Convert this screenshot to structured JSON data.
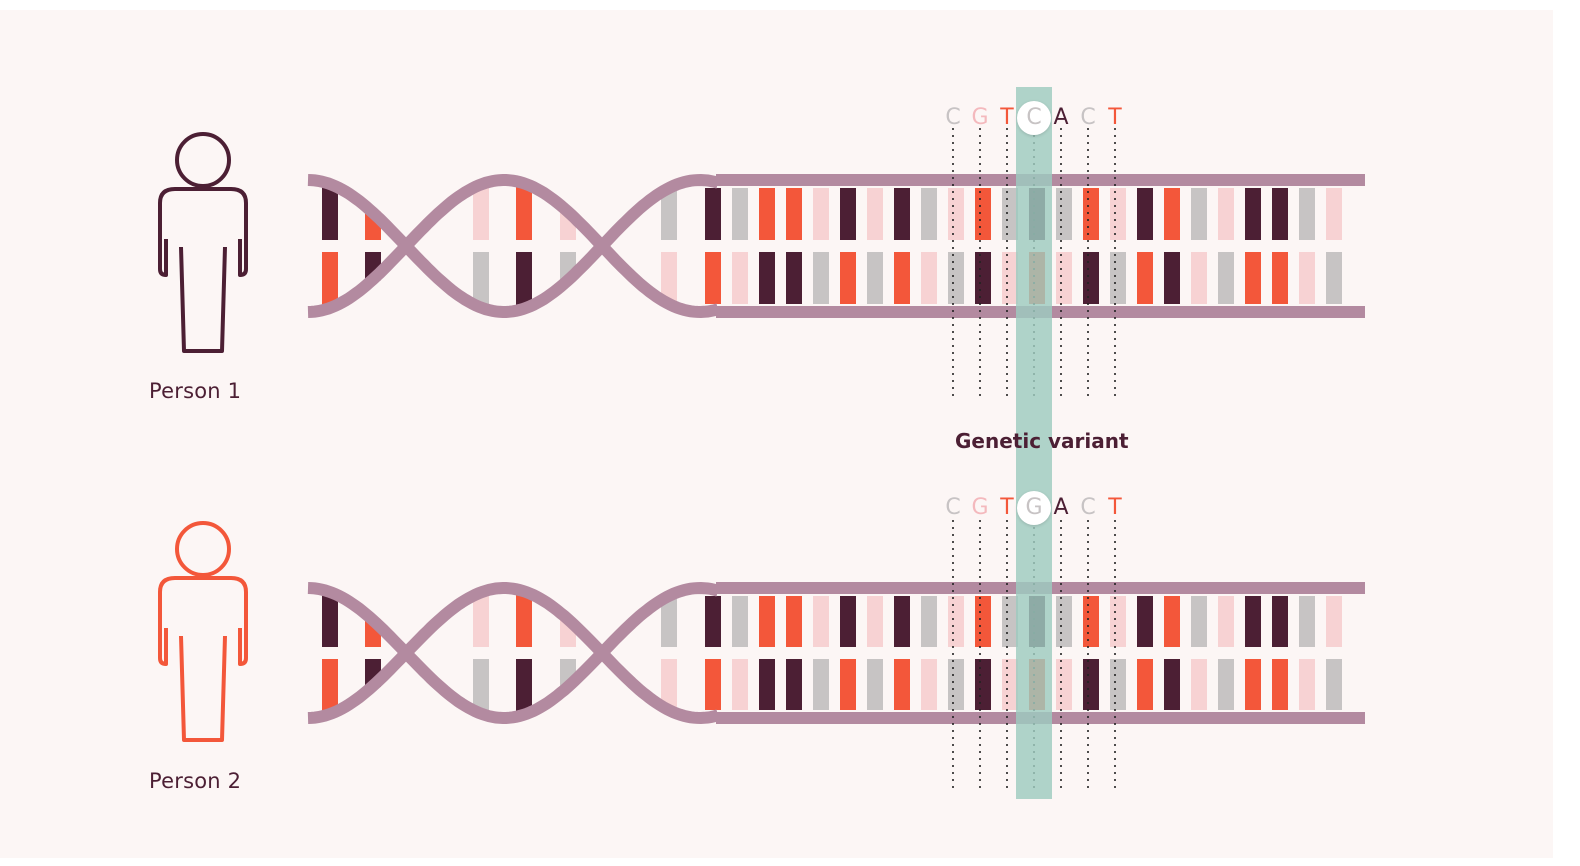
{
  "people": [
    {
      "label": "Person 1",
      "color": "#4c1f34"
    },
    {
      "label": "Person 2",
      "color": "#f3573a"
    }
  ],
  "variant": {
    "label": "Genetic variant",
    "highlight_color": "#9dcbc0"
  },
  "sequence_person1": [
    "C",
    "G",
    "T",
    "C",
    "A",
    "C",
    "T"
  ],
  "sequence_person2": [
    "C",
    "G",
    "T",
    "G",
    "A",
    "C",
    "T"
  ],
  "variant_index": 3,
  "letter_colors": {
    "C": "#c7c3c4",
    "G": "#f4b9bd",
    "T": "#f3573a",
    "A": "#4c1f34",
    "variant": "#c7c3c4"
  },
  "palette": {
    "backbone": "#b38aa0",
    "dark": "#4c1f34",
    "red": "#f3573a",
    "pink": "#f7d2d3",
    "gray": "#c7c4c4",
    "background": "#fcf6f5"
  },
  "base_pairs_top": [
    "D",
    "R",
    "P",
    "R",
    "P",
    "G",
    "D",
    "G",
    "R",
    "R",
    "P",
    "D",
    "P",
    "D",
    "G",
    "P",
    "R",
    "G",
    "D",
    "G",
    "R",
    "P",
    "D",
    "R",
    "G",
    "P",
    "D",
    "D",
    "G",
    "P"
  ],
  "base_pairs_bottom": [
    "R",
    "D",
    "G",
    "D",
    "G",
    "P",
    "R",
    "P",
    "D",
    "D",
    "G",
    "R",
    "G",
    "R",
    "P",
    "G",
    "D",
    "P",
    "R",
    "P",
    "D",
    "G",
    "R",
    "D",
    "P",
    "G",
    "R",
    "R",
    "P",
    "G"
  ]
}
